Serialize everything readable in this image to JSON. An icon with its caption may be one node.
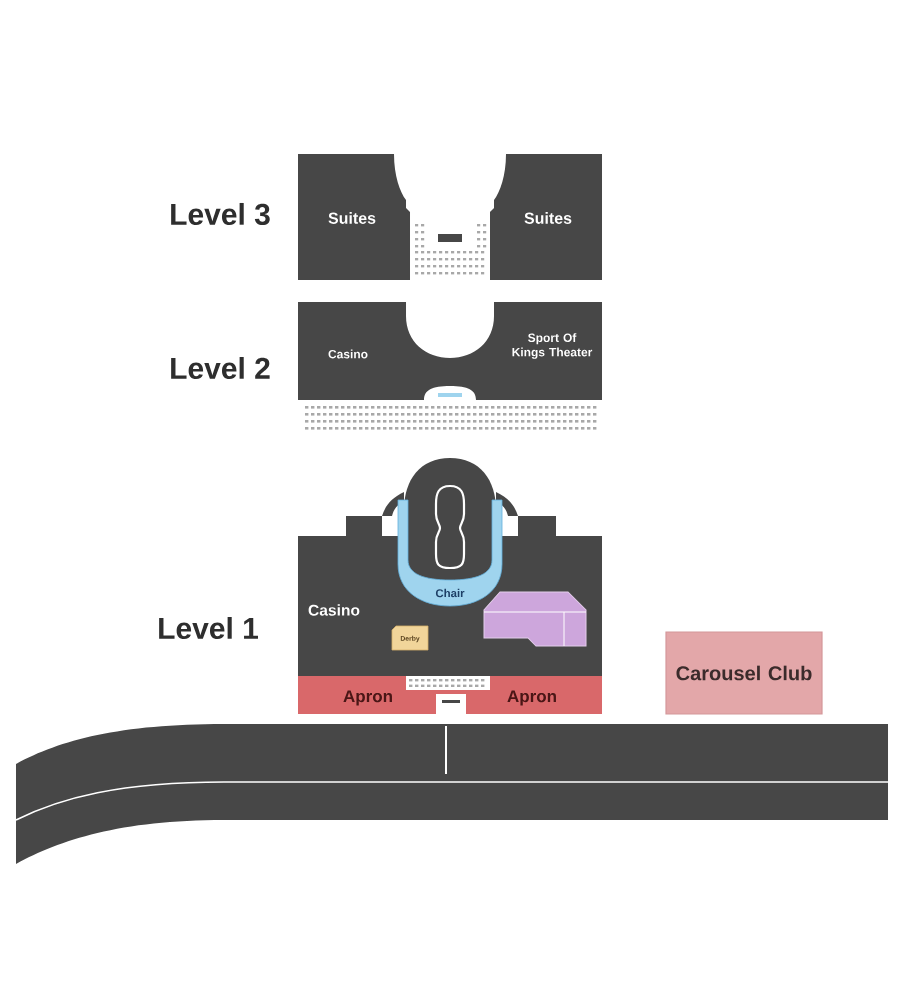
{
  "diagram": {
    "nodes": [
      {
        "text": [
          "Suites"
        ],
        "beside": [
          "Level 3"
        ]
      },
      {
        "text": [
          "Suites"
        ]
      },
      {
        "text": [
          "Casino",
          "Sport Of Kings Theater"
        ],
        "beside": [
          "Level 2"
        ]
      },
      {
        "text": [
          "Casino"
        ],
        "beside": [
          "Level 1"
        ]
      },
      {
        "text": [
          "Chair"
        ]
      },
      {
        "text": [
          "Derby"
        ],
        "in": 3
      },
      {
        "text": [],
        "shape": "box",
        "in": 3
      },
      {
        "text": [
          "Apron",
          "Apron"
        ]
      },
      {
        "text": [
          "Carousel Club"
        ]
      }
    ]
  }
}
